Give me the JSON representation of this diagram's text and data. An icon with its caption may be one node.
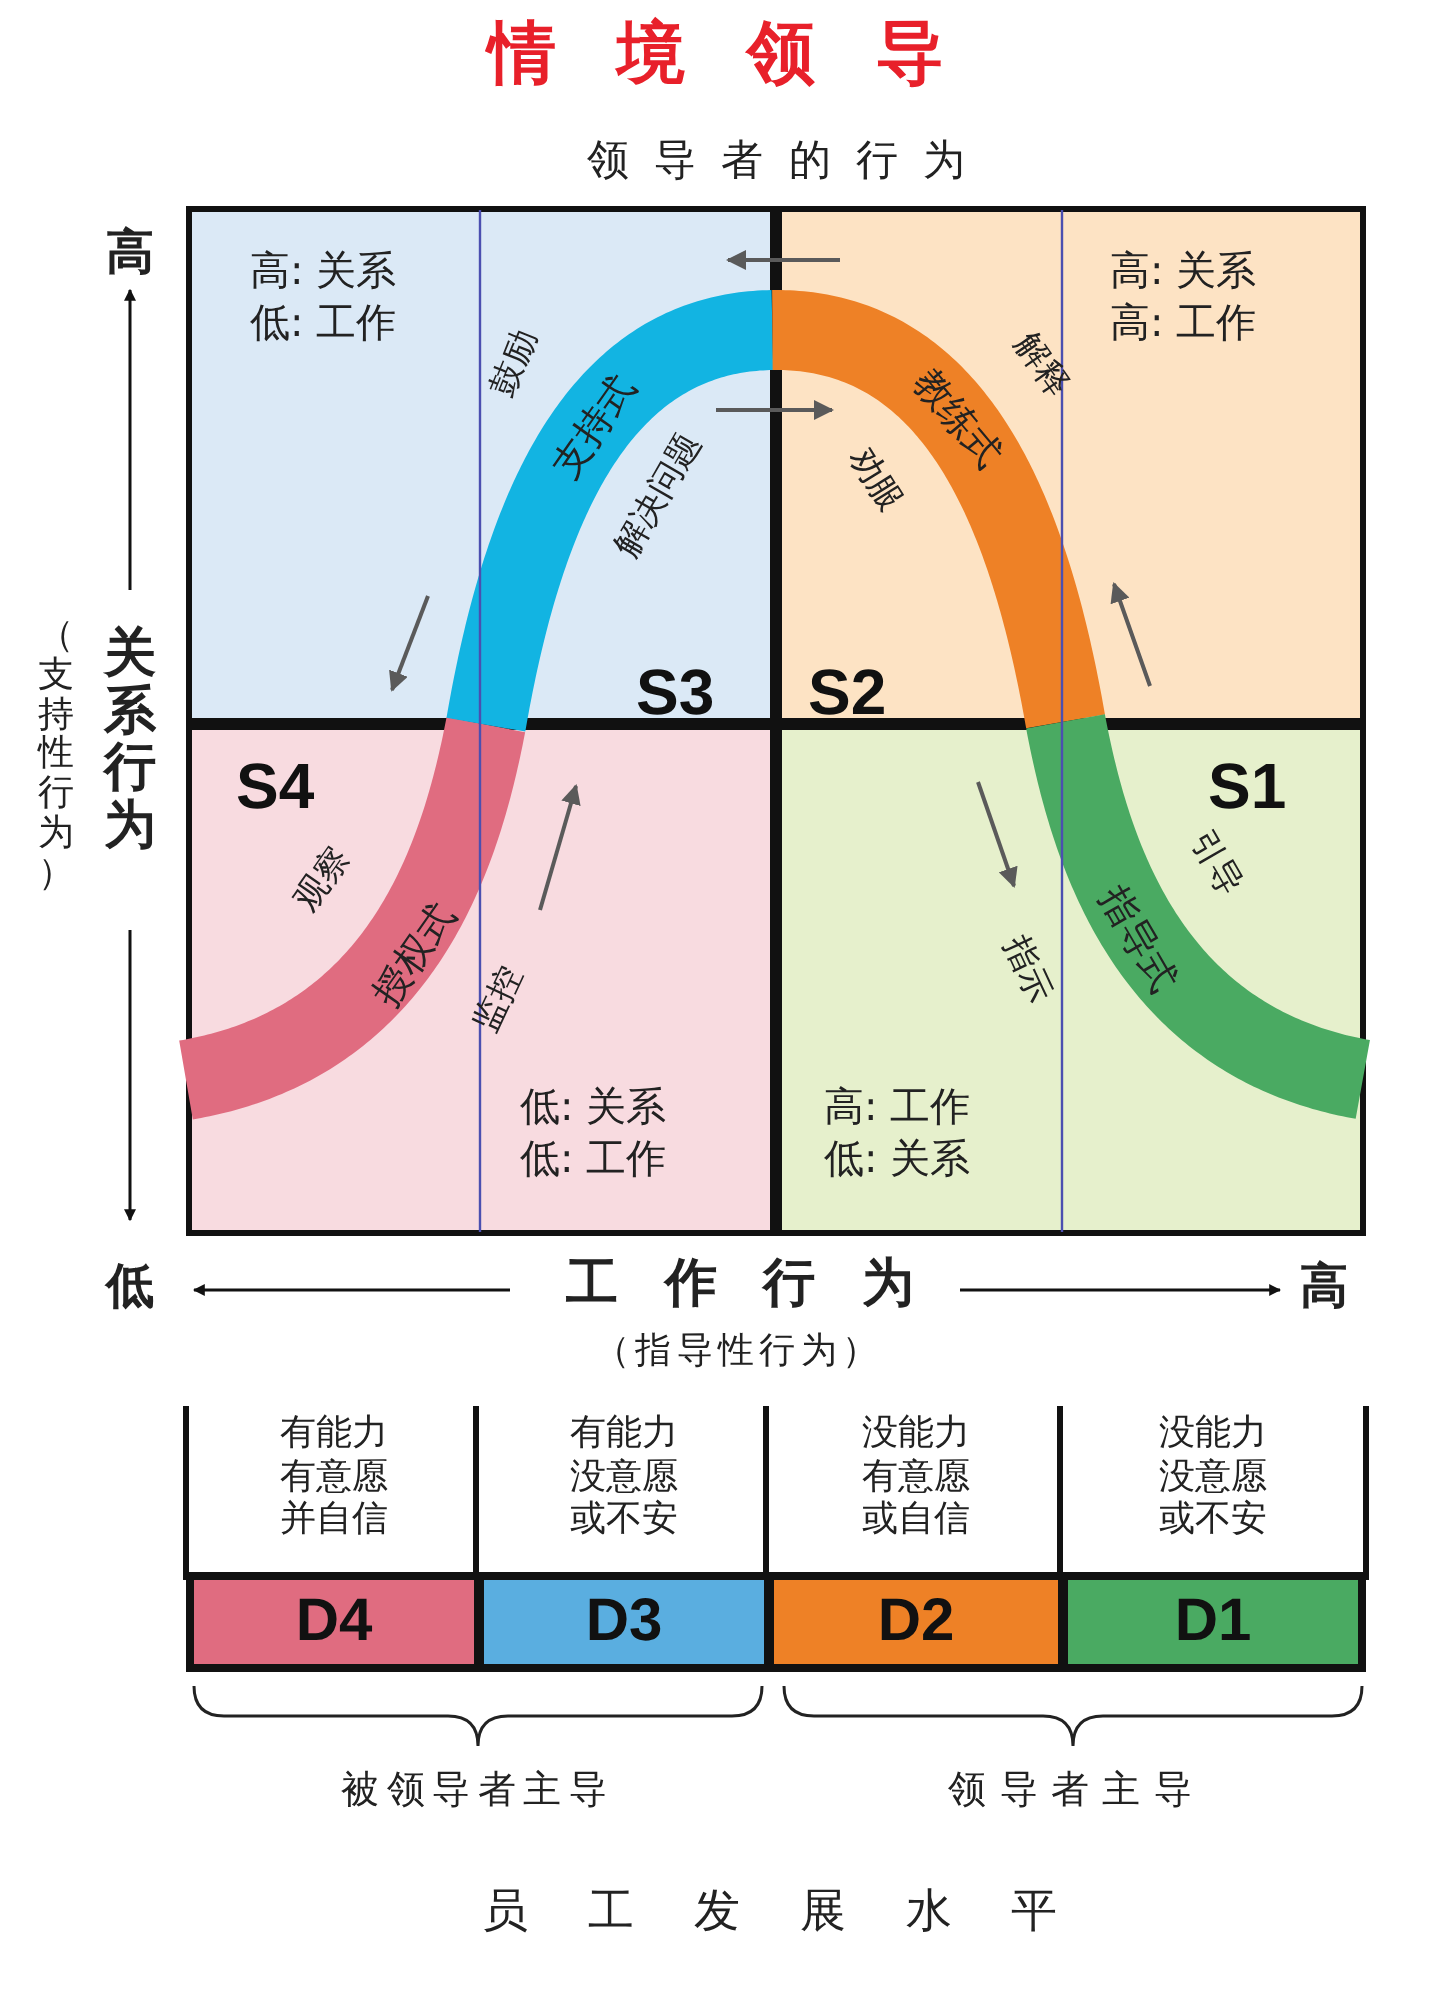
{
  "diagram": {
    "title": "情境领导",
    "nodes": [
      {
        "text": [
          "高: 关系低: 工作",
          "鼓励",
          "支持式",
          "解决问题",
          "S3"
        ]
      },
      {
        "text": [
          "高: 关系高: 工作",
          "解释",
          "教练式",
          "劝服",
          "S2"
        ]
      },
      {
        "text": [
          "低: 关系低: 工作",
          "观察",
          "授权式",
          "监控",
          "S4"
        ]
      },
      {
        "text": [
          "高: 工作低: 关系",
          "引导",
          "指导式",
          "指示",
          "S1"
        ]
      },
      {
        "text": [
          "D4"
        ],
        "beside": [
          "有能力有意愿并自信"
        ]
      },
      {
        "text": [
          "D3"
        ],
        "beside": [
          "有能力没意愿或不安"
        ]
      },
      {
        "text": [
          "D2"
        ],
        "beside": [
          "没能力有意愿或自信"
        ]
      },
      {
        "text": [
          "D1"
        ],
        "beside": [
          "没能力没意愿或不安"
        ]
      }
    ],
    "edges": [
      {
        "from": 1,
        "to": 0,
        "arrow": "to"
      },
      {
        "from": 0,
        "to": 1,
        "arrow": "to"
      },
      {
        "from": 0,
        "to": 2,
        "arrow": "to"
      },
      {
        "from": 2,
        "to": 0,
        "arrow": "to"
      }
    ],
    "labels": [
      "领导者的行为",
      "高",
      "（支持性行为）",
      "关系行为",
      "低",
      "工作行为",
      "高",
      "（指导性行为）",
      "被领导者主导",
      "领导者主导",
      "员工发展水平"
    ]
  }
}
